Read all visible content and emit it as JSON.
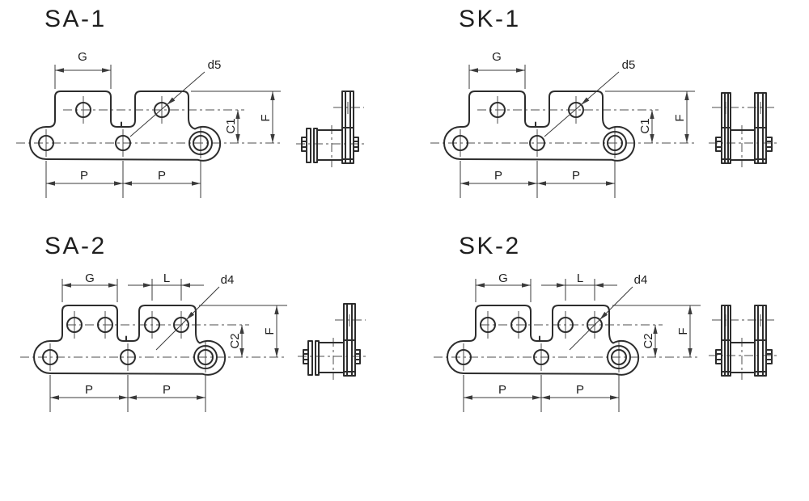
{
  "theme": {
    "background": "#ffffff",
    "line_color": "#2d2d2d",
    "dim_color": "#3b3b3b",
    "centerline_color": "#4d4d4d",
    "text_color": "#1e1e1e"
  },
  "diagrams": [
    {
      "title": "SA-1",
      "labels": {
        "g": "G",
        "hole_dia": "d5",
        "c": "C1",
        "f": "F",
        "p1": "P",
        "p2": "P"
      }
    },
    {
      "title": "SK-1",
      "labels": {
        "g": "G",
        "hole_dia": "d5",
        "c": "C1",
        "f": "F",
        "p1": "P",
        "p2": "P"
      }
    },
    {
      "title": "SA-2",
      "labels": {
        "g": "G",
        "l": "L",
        "hole_dia": "d4",
        "c": "C2",
        "f": "F",
        "p1": "P",
        "p2": "P"
      }
    },
    {
      "title": "SK-2",
      "labels": {
        "g": "G",
        "l": "L",
        "hole_dia": "d4",
        "c": "C2",
        "f": "F",
        "p1": "P",
        "p2": "P"
      }
    }
  ]
}
